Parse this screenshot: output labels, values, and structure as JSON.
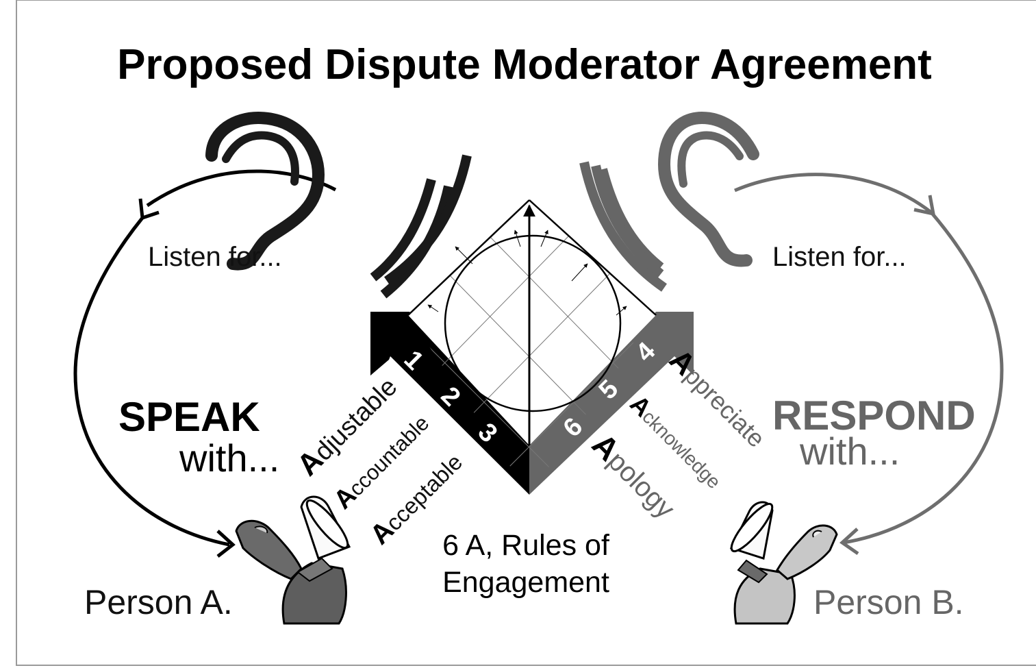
{
  "title": "Proposed Dispute Moderator Agreement",
  "colors": {
    "person_a": "#000000",
    "person_b": "#666666",
    "background": "#ffffff"
  },
  "left": {
    "listen_label": "Listen for...",
    "speak_label": "SPEAK",
    "with_label": "with...",
    "person_label": "Person A.",
    "ear_icon": "ear-icon",
    "figure_icon": "megaphone-person-icon",
    "rules": [
      {
        "number": "1",
        "cap": "A",
        "rest": "djustable",
        "word": "Adjustable"
      },
      {
        "number": "2",
        "cap": "A",
        "rest": "ccountable",
        "word": "Accountable"
      },
      {
        "number": "3",
        "cap": "A",
        "rest": "cceptable",
        "word": "Acceptable"
      }
    ]
  },
  "right": {
    "listen_label": "Listen for...",
    "respond_label": "RESPOND",
    "with_label": "with...",
    "person_label": "Person B.",
    "ear_icon": "ear-icon",
    "figure_icon": "megaphone-person-icon",
    "rules": [
      {
        "number": "4",
        "cap": "A",
        "rest": "ppreciate",
        "word": "Appreciate"
      },
      {
        "number": "5",
        "cap": "A",
        "rest": "cknowledge",
        "word": "Acknowledge"
      },
      {
        "number": "6",
        "cap": "A",
        "rest": "pology",
        "word": "Apology"
      }
    ]
  },
  "center": {
    "caption_line1": "6 A, Rules of",
    "caption_line2": "Engagement",
    "diagram_icon": "diamond-circle-arrows-icon"
  }
}
